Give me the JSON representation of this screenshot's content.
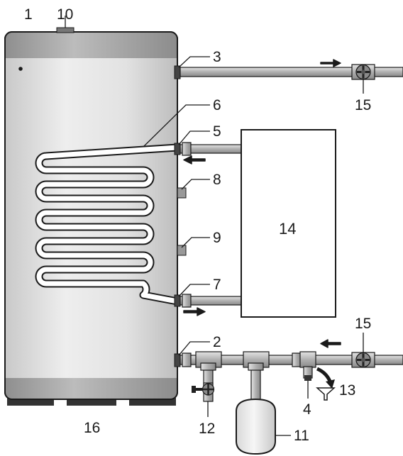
{
  "labels": {
    "l1": "1",
    "l2": "2",
    "l3": "3",
    "l4": "4",
    "l5": "5",
    "l6": "6",
    "l7": "7",
    "l8": "8",
    "l9": "9",
    "l10": "10",
    "l11": "11",
    "l12": "12",
    "l13": "13",
    "l14": "14",
    "l15a": "15",
    "l15b": "15",
    "l16": "16"
  },
  "colors": {
    "tank_body": "#dcdcdc",
    "tank_band": "#a9a9a9",
    "pipe": "#b4b4b4",
    "outline": "#1a1a1a",
    "arrow": "#1a1a1a"
  }
}
